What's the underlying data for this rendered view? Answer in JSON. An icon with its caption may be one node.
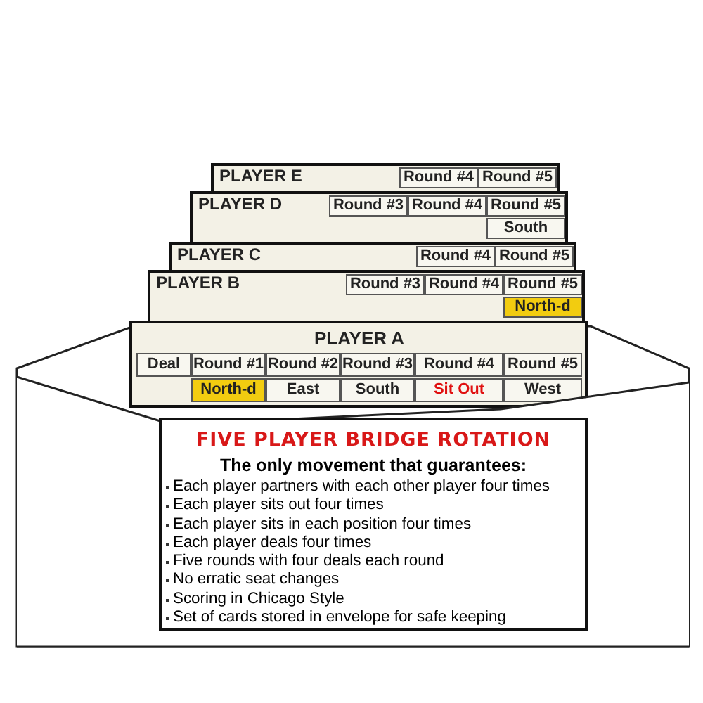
{
  "diagram": {
    "nodes": [
      {
        "text": [
          "PLAYER E",
          "Round #4",
          "Round #5"
        ]
      },
      {
        "text": [
          "PLAYER D",
          "Round #3",
          "Round #4",
          "Round #5",
          "South"
        ]
      },
      {
        "text": [
          "PLAYER C",
          "Round #4",
          "Round #5"
        ]
      },
      {
        "text": [
          "PLAYER B",
          "Round #3",
          "Round #4",
          "Round #5",
          "North-d"
        ]
      },
      {
        "text": [
          "PLAYER A",
          "Deal",
          "Round #1",
          "Round #2",
          "Round #3",
          "Round #4",
          "Round #5",
          "North-d",
          "East",
          "South",
          "Sit Out",
          "West"
        ]
      },
      {
        "text": [
          "FIVE PLAYER BRIDGE ROTATION",
          "The only movement that guarantees:",
          "Each player partners with each other player four times",
          "Each player sits out four times",
          "Each player sits in each position four times",
          "Each player deals four times",
          "Five rounds with four deals each round",
          "No erratic seat changes",
          "Scoring in Chicago Style",
          "Set of cards stored in envelope for safe keeping"
        ]
      }
    ],
    "edges": []
  }
}
